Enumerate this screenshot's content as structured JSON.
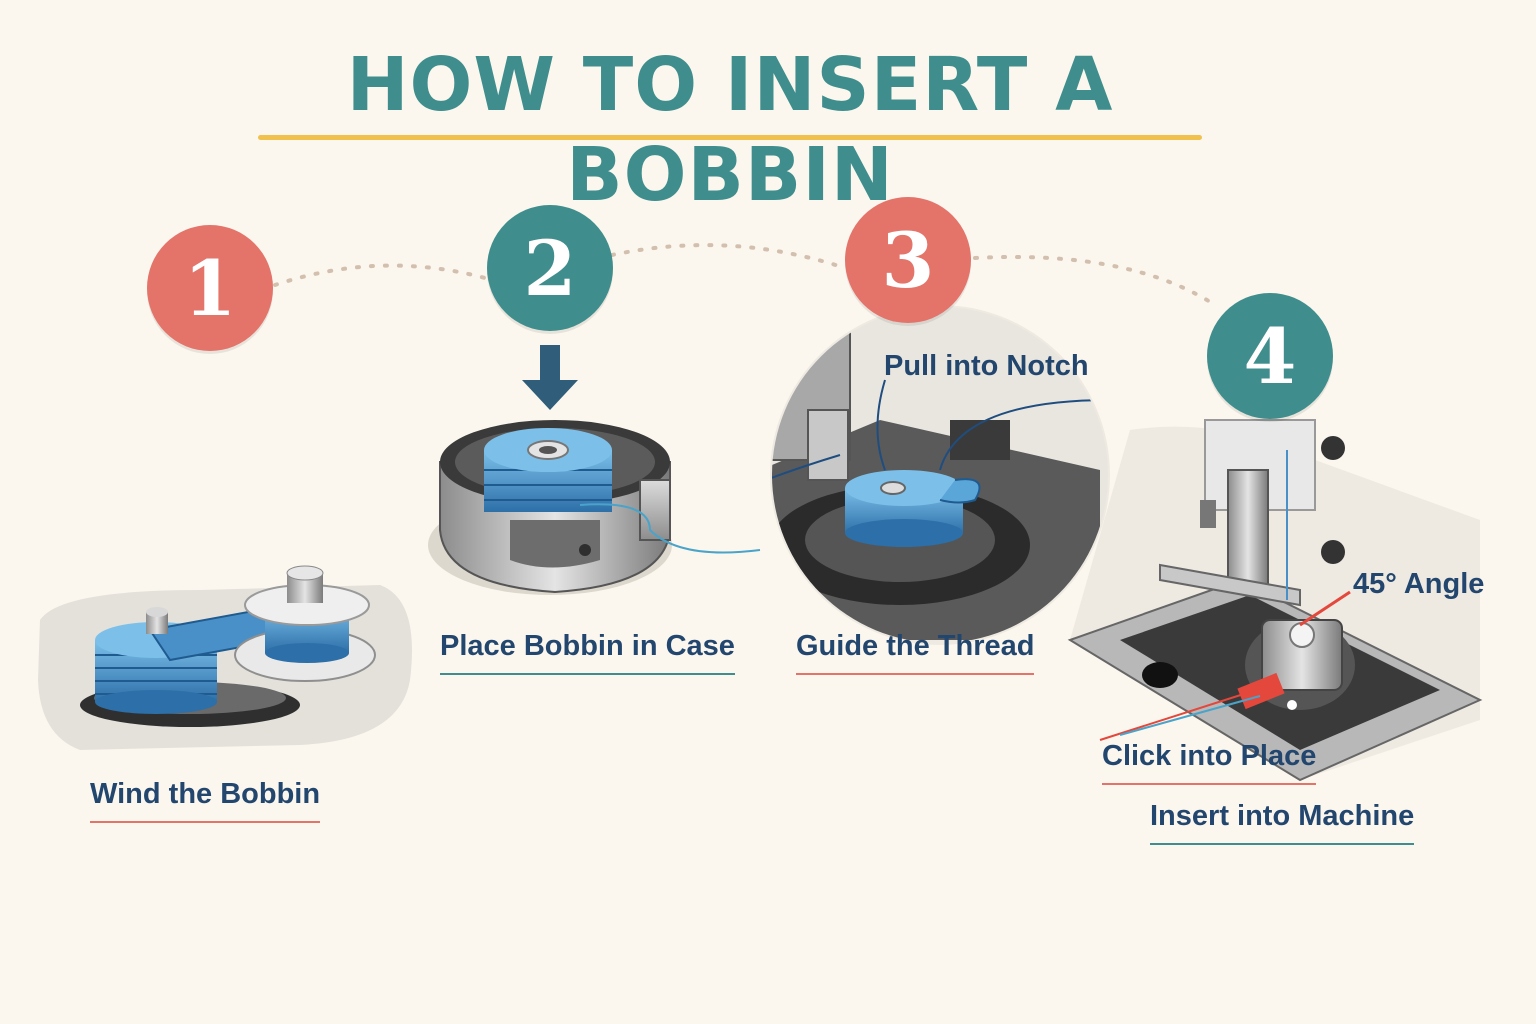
{
  "title": "HOW TO INSERT A BOBBIN",
  "colors": {
    "teal": "#3f8e8d",
    "coral": "#e4736a",
    "navy": "#23466e",
    "gold": "#f0c24d",
    "bobbin_blue": "#4a90c8",
    "background": "#fbf7ee"
  },
  "steps": [
    {
      "number": "1",
      "label": "Wind the Bobbin",
      "color": "coral"
    },
    {
      "number": "2",
      "label": "Place Bobbin in Case",
      "color": "teal"
    },
    {
      "number": "3",
      "label": "Guide the Thread",
      "color": "coral"
    },
    {
      "number": "4",
      "label": "Insert into Machine",
      "color": "teal"
    }
  ],
  "annotations": {
    "pull_notch": "Pull into Notch",
    "angle": "45° Angle",
    "click_place": "Click into Place"
  },
  "icons": [
    "down-arrow-icon",
    "bobbin-winder-illustration",
    "bobbin-case-illustration",
    "thread-guide-illustration",
    "sewing-machine-illustration"
  ]
}
